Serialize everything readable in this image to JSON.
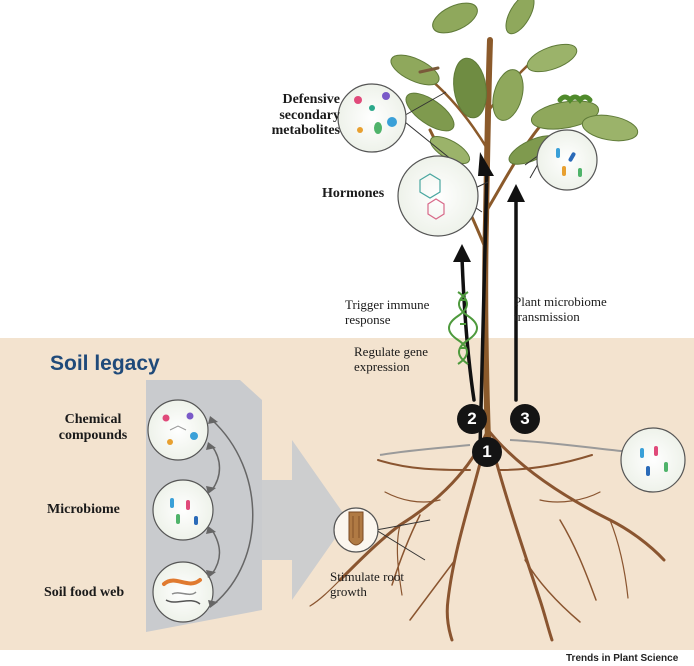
{
  "labels": {
    "defensive": "Defensive secondary metabolites",
    "hormones": "Hormones",
    "trigger": "Trigger immune response",
    "regulate": "Regulate gene expression",
    "transmission": "Plant microbiome transmission",
    "soil_legacy": "Soil legacy",
    "chemical": "Chemical compounds",
    "microbiome": "Microbiome",
    "food_web": "Soil food web",
    "stimulate": "Stimulate root growth",
    "credit": "Trends in Plant Science"
  },
  "pathways": [
    "1",
    "2",
    "3"
  ],
  "colors": {
    "soil": "#f3e3cf",
    "stem": "#8b5a2b",
    "root": "#8a5530",
    "leaf": "#8fa85c",
    "leaf_dark": "#5f7a38",
    "gray_panel": "#c9cbce",
    "title_blue": "#1f4a7a"
  }
}
